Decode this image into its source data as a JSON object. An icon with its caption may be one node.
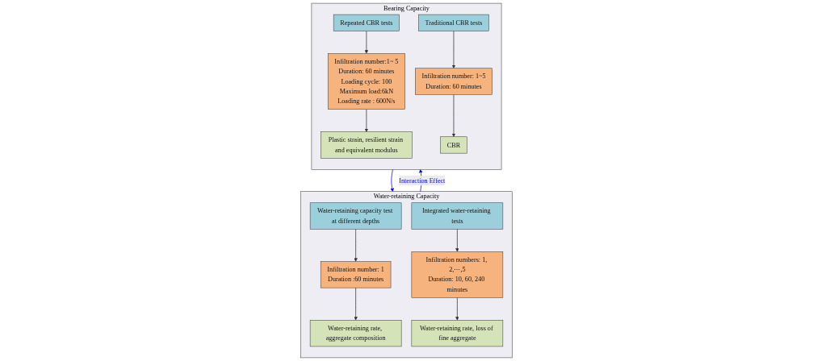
{
  "diagram": {
    "nodes": [
      {
        "text": [
          "Water-retaining Capacity"
        ]
      },
      {
        "text": [
          "Integrated water-retaining tests"
        ],
        "in": 0
      },
      {
        "text": [
          "Water-retaining capacity test at different depths"
        ],
        "in": 0
      },
      {
        "text": [
          "Infiltration numbers: 1, 2,⋯,5",
          "Duration: 10, 60, 240 minutes"
        ],
        "in": 0
      },
      {
        "text": [
          "Infiltration number: 1",
          "Duration :60 minutes"
        ],
        "in": 0
      },
      {
        "text": [
          "Water-retaining rate, loss of fine aggregate"
        ],
        "in": 0
      },
      {
        "text": [
          "Water-retaining rate, aggregate composition"
        ],
        "in": 0
      },
      {
        "text": [
          "Bearing Capacity"
        ]
      },
      {
        "text": [
          "Traditional CBR tests"
        ],
        "in": 7
      },
      {
        "text": [
          "Repeated CBR tests"
        ],
        "in": 7
      },
      {
        "text": [
          "Infiltration number: 1~5",
          "Duration: 60 minutes"
        ],
        "in": 7
      },
      {
        "text": [
          "Infiltration number:1~ 5",
          "Duration: 60 minutes",
          "Loading cycle: 100",
          "Maximum load:6kN",
          "Loading rate : 600N/s"
        ],
        "in": 7
      },
      {
        "text": [
          "CBR"
        ],
        "in": 7
      },
      {
        "text": [
          "Plastic strain, resilient strain and equivalent modulus"
        ],
        "in": 7
      }
    ],
    "edges": [
      {
        "from": 7,
        "to": 0,
        "arrow": "to",
        "color": "#0000ff"
      },
      {
        "from": 0,
        "to": 7,
        "arrow": "to",
        "label": "Interaction Effect",
        "color": "#0000ff"
      },
      {
        "from": 1,
        "to": 3,
        "arrow": "to"
      },
      {
        "from": 2,
        "to": 4,
        "arrow": "to"
      },
      {
        "from": 3,
        "to": 5,
        "arrow": "to"
      },
      {
        "from": 4,
        "to": 6,
        "arrow": "to"
      },
      {
        "from": 8,
        "to": 10,
        "arrow": "to"
      },
      {
        "from": 9,
        "to": 11,
        "arrow": "to"
      },
      {
        "from": 10,
        "to": 12,
        "arrow": "to"
      },
      {
        "from": 11,
        "to": 13,
        "arrow": "to"
      }
    ]
  }
}
